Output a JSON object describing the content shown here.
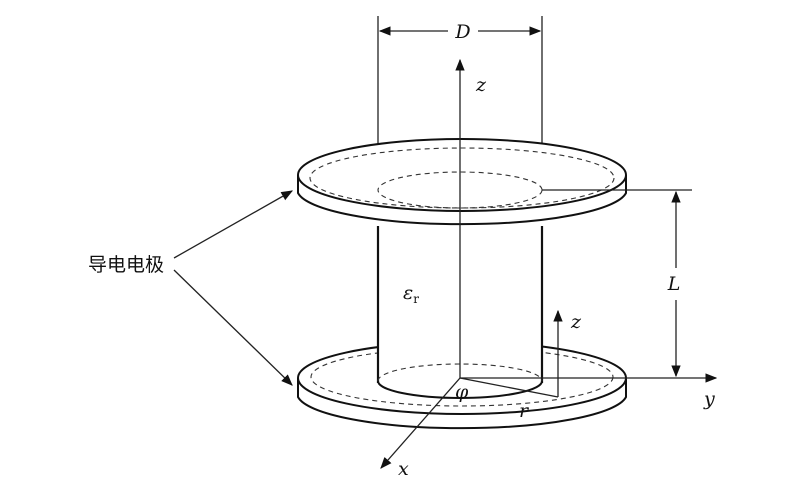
{
  "labels": {
    "diameter": "D",
    "z_axis": "z",
    "z_axis_small": "z",
    "length": "L",
    "permittivity_symbol": "ε",
    "permittivity_subscript": "r",
    "electrodes": "导电电极",
    "phi": "φ",
    "r": "r",
    "y_axis": "y",
    "x_axis": "x"
  }
}
